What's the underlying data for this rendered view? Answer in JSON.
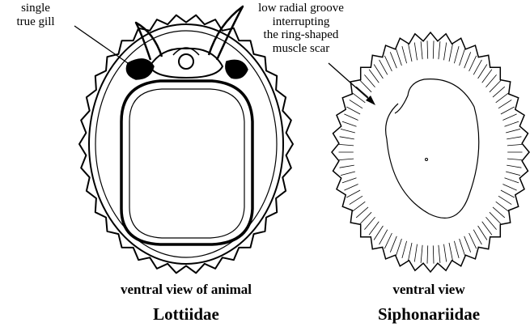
{
  "lottiidae": {
    "gill_label": [
      "single",
      "true gill"
    ],
    "caption": "ventral view of animal",
    "family": "Lottiidae"
  },
  "siphonariidae": {
    "groove_label": [
      "low radial groove",
      "interrupting",
      "the ring-shaped",
      "muscle scar"
    ],
    "caption": "ventral view",
    "family": "Siphonariidae"
  }
}
